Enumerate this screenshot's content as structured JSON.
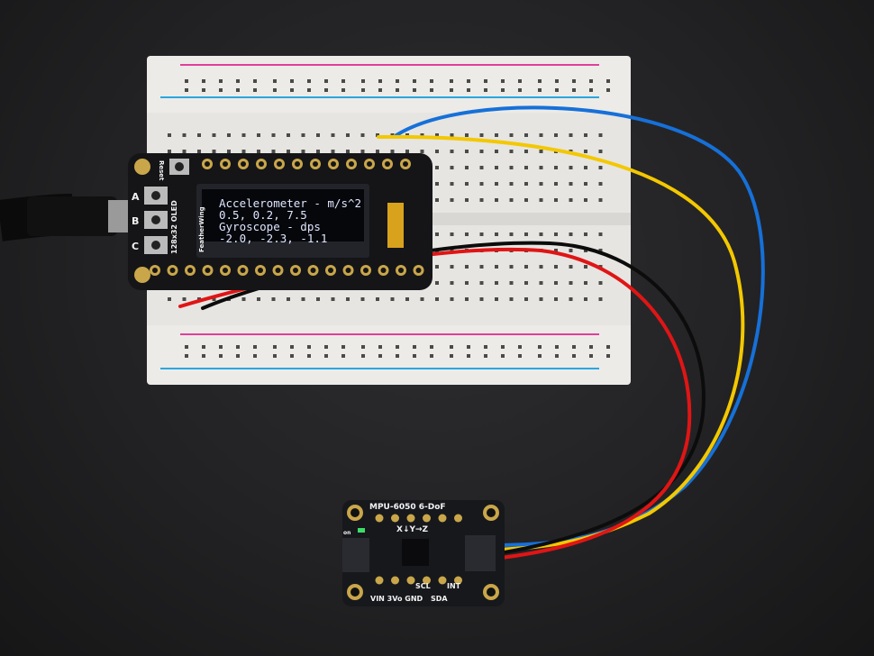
{
  "oled_display": {
    "lines": [
      "Accelerometer - m/s^2",
      "0.5, 0.2, 7.5",
      "Gyroscope - dps",
      "-2.0, -2.3, -1.1"
    ]
  },
  "featherwing": {
    "reset_label": "Reset",
    "button_labels": [
      "A",
      "B",
      "C"
    ],
    "oled_label": "128x32 OLED",
    "brand_label": "FeatherWing"
  },
  "sensor_board": {
    "title": "MPU-6050 6-DoF",
    "axes_label": "X↓Y→Z",
    "power_led_label": "on",
    "bottom_pins": "VIN 3Vo GND",
    "scl_label": "SCL",
    "sda_label": "SDA",
    "int_label": "INT"
  },
  "colors": {
    "background": "#1f1f21",
    "breadboard": "#ecebe8",
    "rail_positive": "#e0409a",
    "rail_negative": "#2aa6e0",
    "pcb": "#151518",
    "wire_blue": "#1670d8",
    "wire_yellow": "#f3c800",
    "wire_red": "#e01515",
    "wire_black": "#0c0c0c"
  }
}
